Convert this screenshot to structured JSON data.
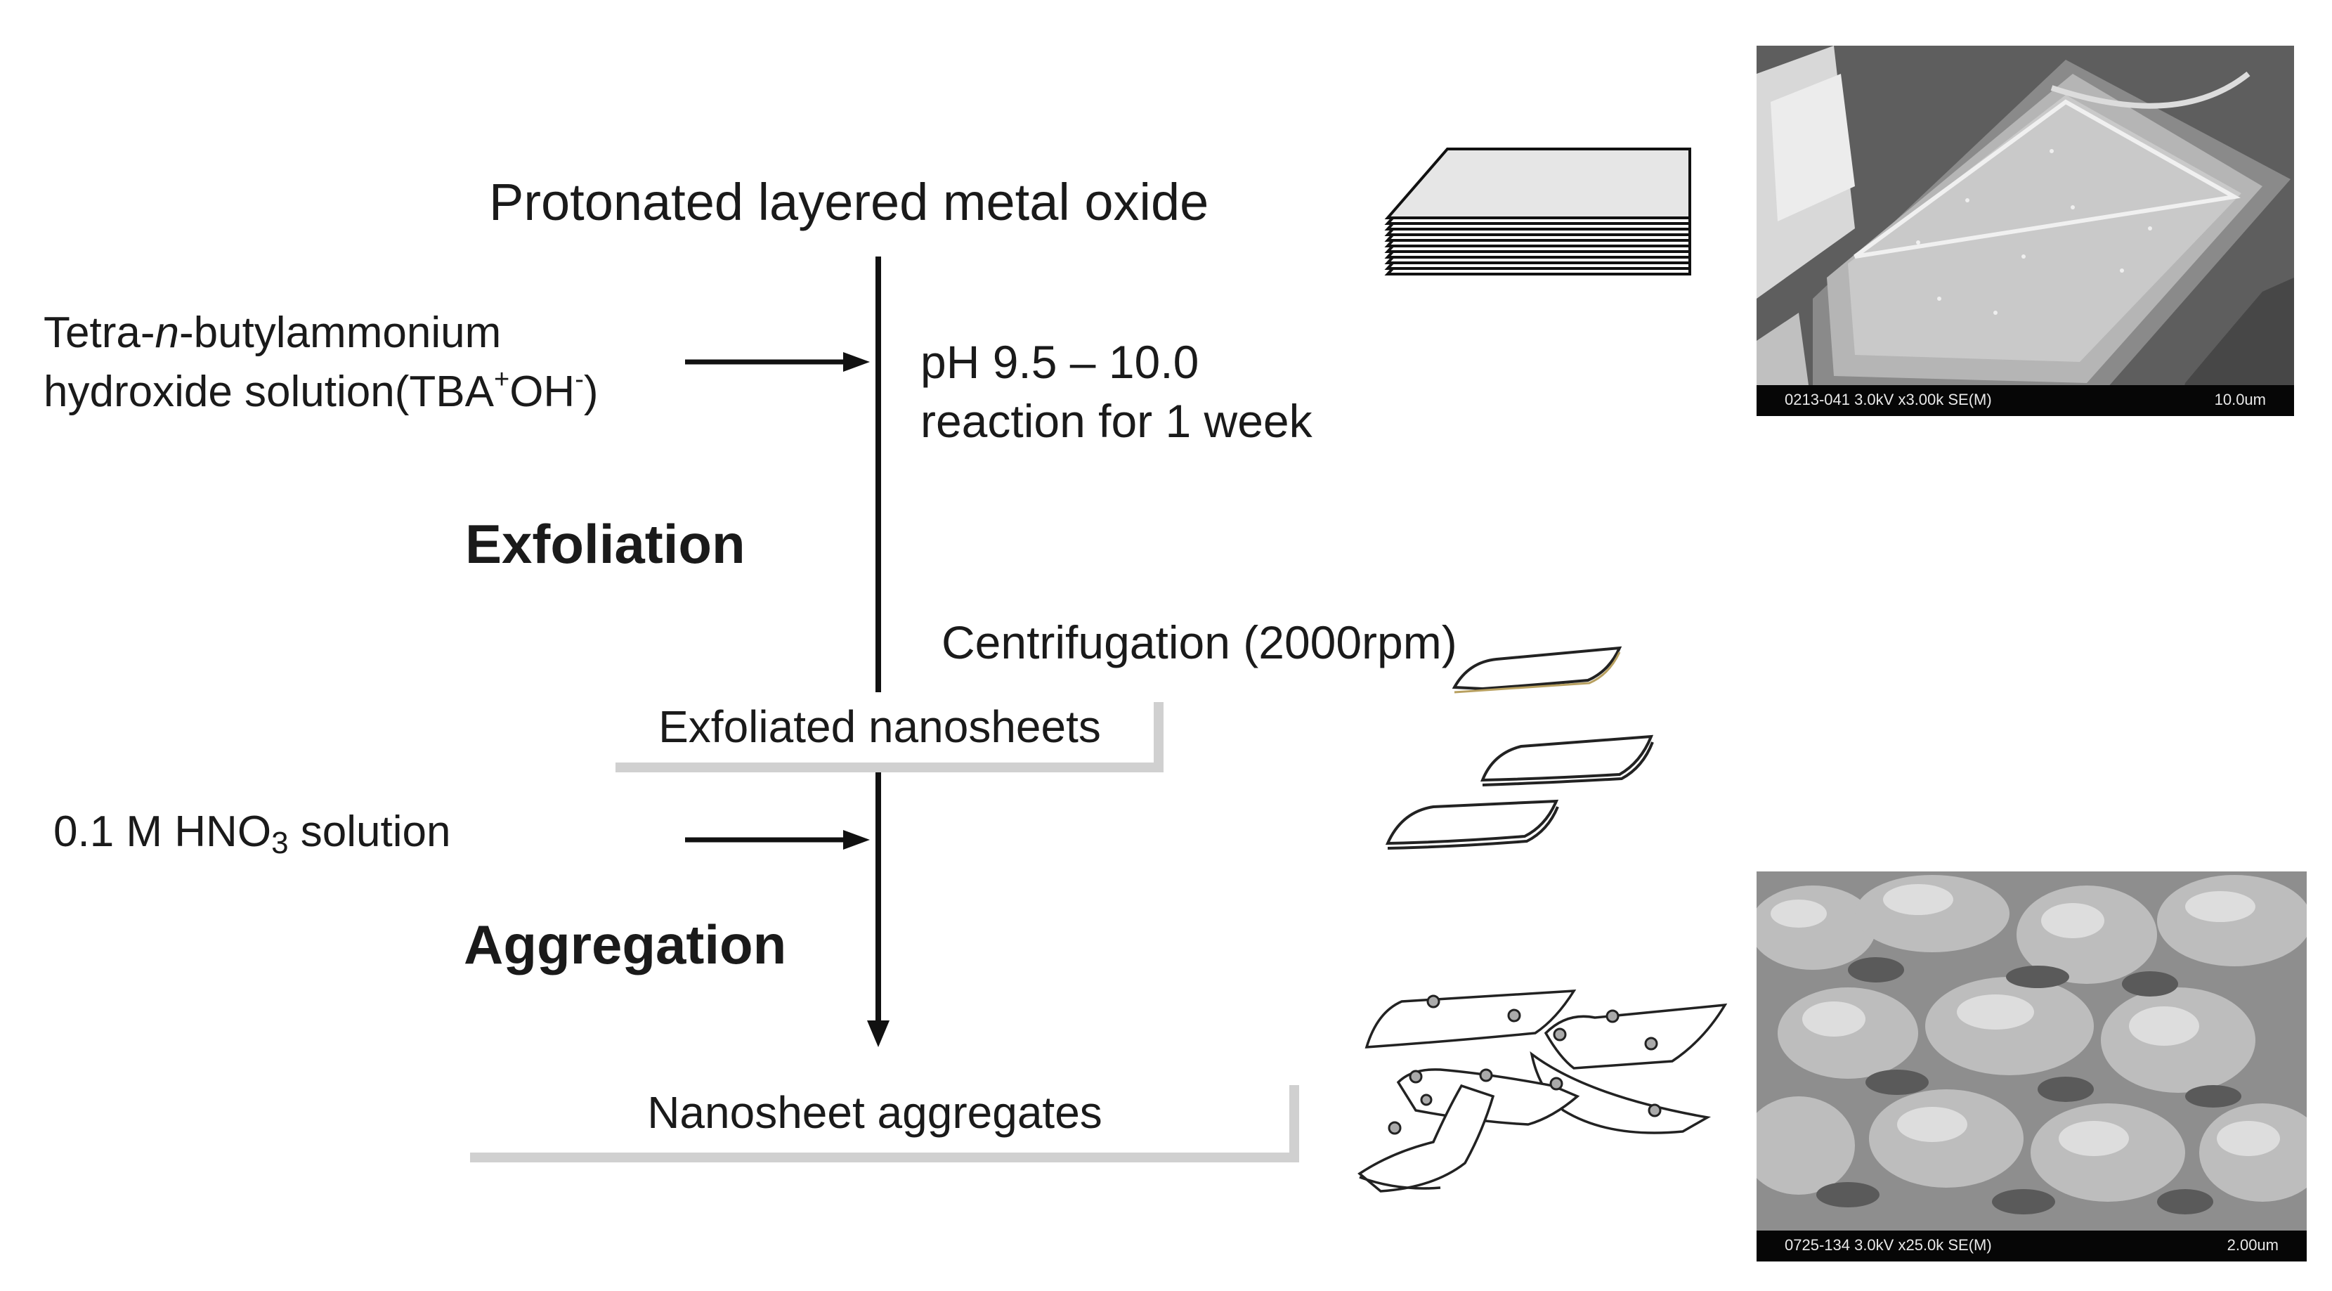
{
  "title": "Protonated layered metal oxide",
  "reagent": {
    "line1_prefix": "Tetra-",
    "line1_italic": "n",
    "line1_suffix": "-butylammonium",
    "line2_prefix": "hydroxide solution(TBA",
    "line2_sup1": "+",
    "line2_mid": "OH",
    "line2_sup2": "-",
    "line2_suffix": ")"
  },
  "conditions": {
    "line1": "pH 9.5 – 10.0",
    "line2": "reaction for 1 week"
  },
  "stage_exfoliation": "Exfoliation",
  "centrifugation": "Centrifugation (2000rpm)",
  "exfoliated_box": "Exfoliated nanosheets",
  "acid": {
    "prefix": "0.1 M HNO",
    "sub": "3",
    "suffix": " solution"
  },
  "stage_aggregation": "Aggregation",
  "aggregates_box": "Nanosheet aggregates",
  "sem_top": {
    "left_text": "0213-041 3.0kV x3.00k SE(M)",
    "right_text": "10.0um"
  },
  "sem_bottom": {
    "left_text": "0725-134 3.0kV x25.0k SE(M)",
    "right_text": "2.00um"
  }
}
